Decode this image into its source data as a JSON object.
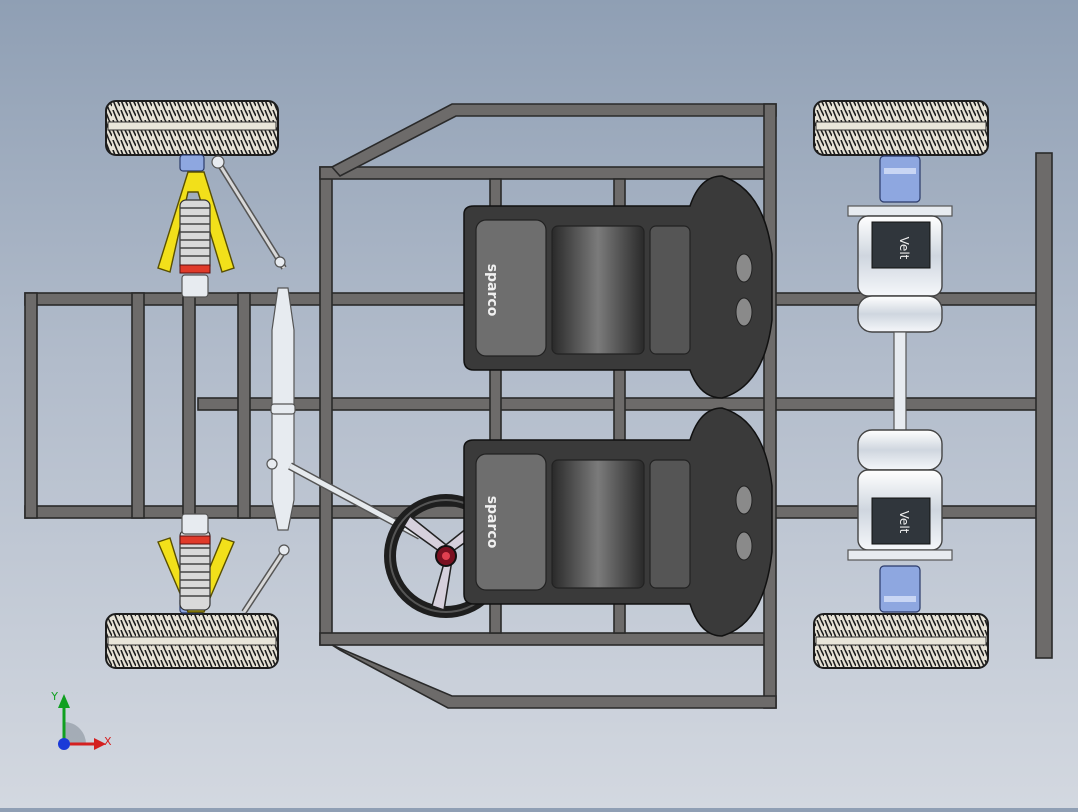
{
  "scene": {
    "view": "top",
    "background_colors": [
      "#8f9fb4",
      "#d3d8e0"
    ],
    "frame_color": "#6d6b6a",
    "suspension_color": "#f2e01a",
    "motor_coupling_color": "#8ea7e0"
  },
  "seats": {
    "brand_top": "sparco",
    "brand_bottom": "sparco"
  },
  "motors": {
    "label_top": "Velt",
    "label_bottom": "Velt"
  },
  "triad": {
    "x_label": "X",
    "y_label": "Y",
    "x_color": "#d42020",
    "y_color": "#10a020",
    "origin_color": "#1a3ad8"
  }
}
